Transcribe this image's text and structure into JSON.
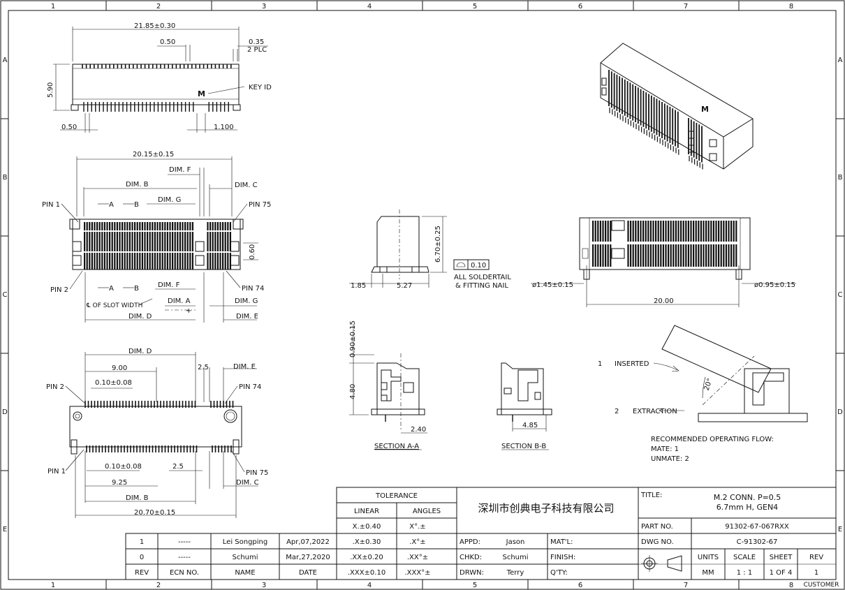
{
  "border": {
    "columns": [
      "1",
      "2",
      "3",
      "4",
      "5",
      "6",
      "7",
      "8"
    ],
    "rows": [
      "A",
      "B",
      "C",
      "D",
      "E"
    ]
  },
  "top_view": {
    "dims": [
      "21.85±0.30",
      "0.50",
      "0.35",
      "2 PLC",
      "5.90",
      "KEY ID",
      "M",
      "0.50",
      "1.100"
    ]
  },
  "pin_view": {
    "dims": [
      "20.15±0.15",
      "DIM. F",
      "DIM. B",
      "DIM. C",
      "DIM. G",
      "PIN 1",
      "PIN 75",
      "A",
      "B",
      "0.60",
      "PIN 2",
      "A",
      "B",
      "DIM. F",
      "PIN 74",
      "℄ OF SLOT WIDTH",
      "DIM. A",
      "DIM. G",
      "DIM. D",
      "DIM. E"
    ]
  },
  "bottom_view": {
    "dims": [
      "DIM. D",
      "9.00",
      "2.5",
      "DIM. E",
      "PIN 2",
      "0.10±0.08",
      "PIN 74",
      "PIN 1",
      "0.10±0.08",
      "2.5",
      "PIN 75",
      "9.25",
      "DIM. C",
      "DIM. B",
      "20.70±0.15"
    ]
  },
  "side_view": {
    "dims": [
      "6.70±0.25",
      "0.10",
      "ALL SOLDERTAIL",
      "& FITTING NAIL",
      "1.85",
      "5.27"
    ]
  },
  "front_view": {
    "dims": [
      "ø1.45±0.15",
      "ø0.95±0.15",
      "20.00"
    ]
  },
  "section_a": {
    "dims": [
      "0.90±0.15",
      "4.80",
      "2.40"
    ],
    "label": "SECTION A-A"
  },
  "section_b": {
    "dims": [
      "4.85"
    ],
    "label": "SECTION B-B"
  },
  "insertion": {
    "step1_num": "1",
    "step1": "INSERTED",
    "step2_num": "2",
    "step2": "EXTRACTION",
    "angle": "20°",
    "flow_title": "RECOMMENDED OPERATING FLOW:",
    "mate": "MATE: 1",
    "unmate": "UNMATE: 2"
  },
  "tolerance": {
    "title": "TOLERANCE",
    "col_linear": "LINEAR",
    "col_angles": "ANGLES",
    "rows": [
      {
        "linear": "X.±0.40",
        "angle": "X°.±"
      },
      {
        "linear": ".X±0.30",
        "angle": ".X°±"
      },
      {
        "linear": ".XX±0.20",
        "angle": ".XX°±"
      },
      {
        "linear": ".XXX±0.10",
        "angle": ".XXX°±"
      }
    ]
  },
  "company": "深圳市创典电子科技有限公司",
  "revisions": {
    "rows": [
      {
        "rev": "1",
        "ecn": "-----",
        "name": "Lei Songping",
        "date": "Apr,07,2022"
      },
      {
        "rev": "0",
        "ecn": "-----",
        "name": "Schumi",
        "date": "Mar,27,2020"
      }
    ],
    "headers": {
      "rev": "REV",
      "ecn": "ECN NO.",
      "name": "NAME",
      "date": "DATE"
    }
  },
  "approvals": [
    {
      "label": "APPD:",
      "value": "Jason",
      "label2": "MAT'L:"
    },
    {
      "label": "CHKD:",
      "value": "Schumi",
      "label2": "FINISH:"
    },
    {
      "label": "DRWN:",
      "value": "Terry",
      "label2": "Q'TY:"
    }
  ],
  "title_block": {
    "title_label": "TITLE:",
    "title_line1": "M.2 CONN. P=0.5",
    "title_line2": "6.7mm H, GEN4",
    "part_label": "PART NO.",
    "part_value": "91302-67-067RXX",
    "dwg_label": "DWG NO.",
    "dwg_value": "C-91302-67",
    "units_label": "UNITS",
    "units_value": "MM",
    "scale_label": "SCALE",
    "scale_value": "1 : 1",
    "sheet_label": "SHEET",
    "sheet_value": "1 OF 4",
    "rev_label": "REV",
    "rev_value": "1",
    "customer": "CUSTOMER"
  }
}
